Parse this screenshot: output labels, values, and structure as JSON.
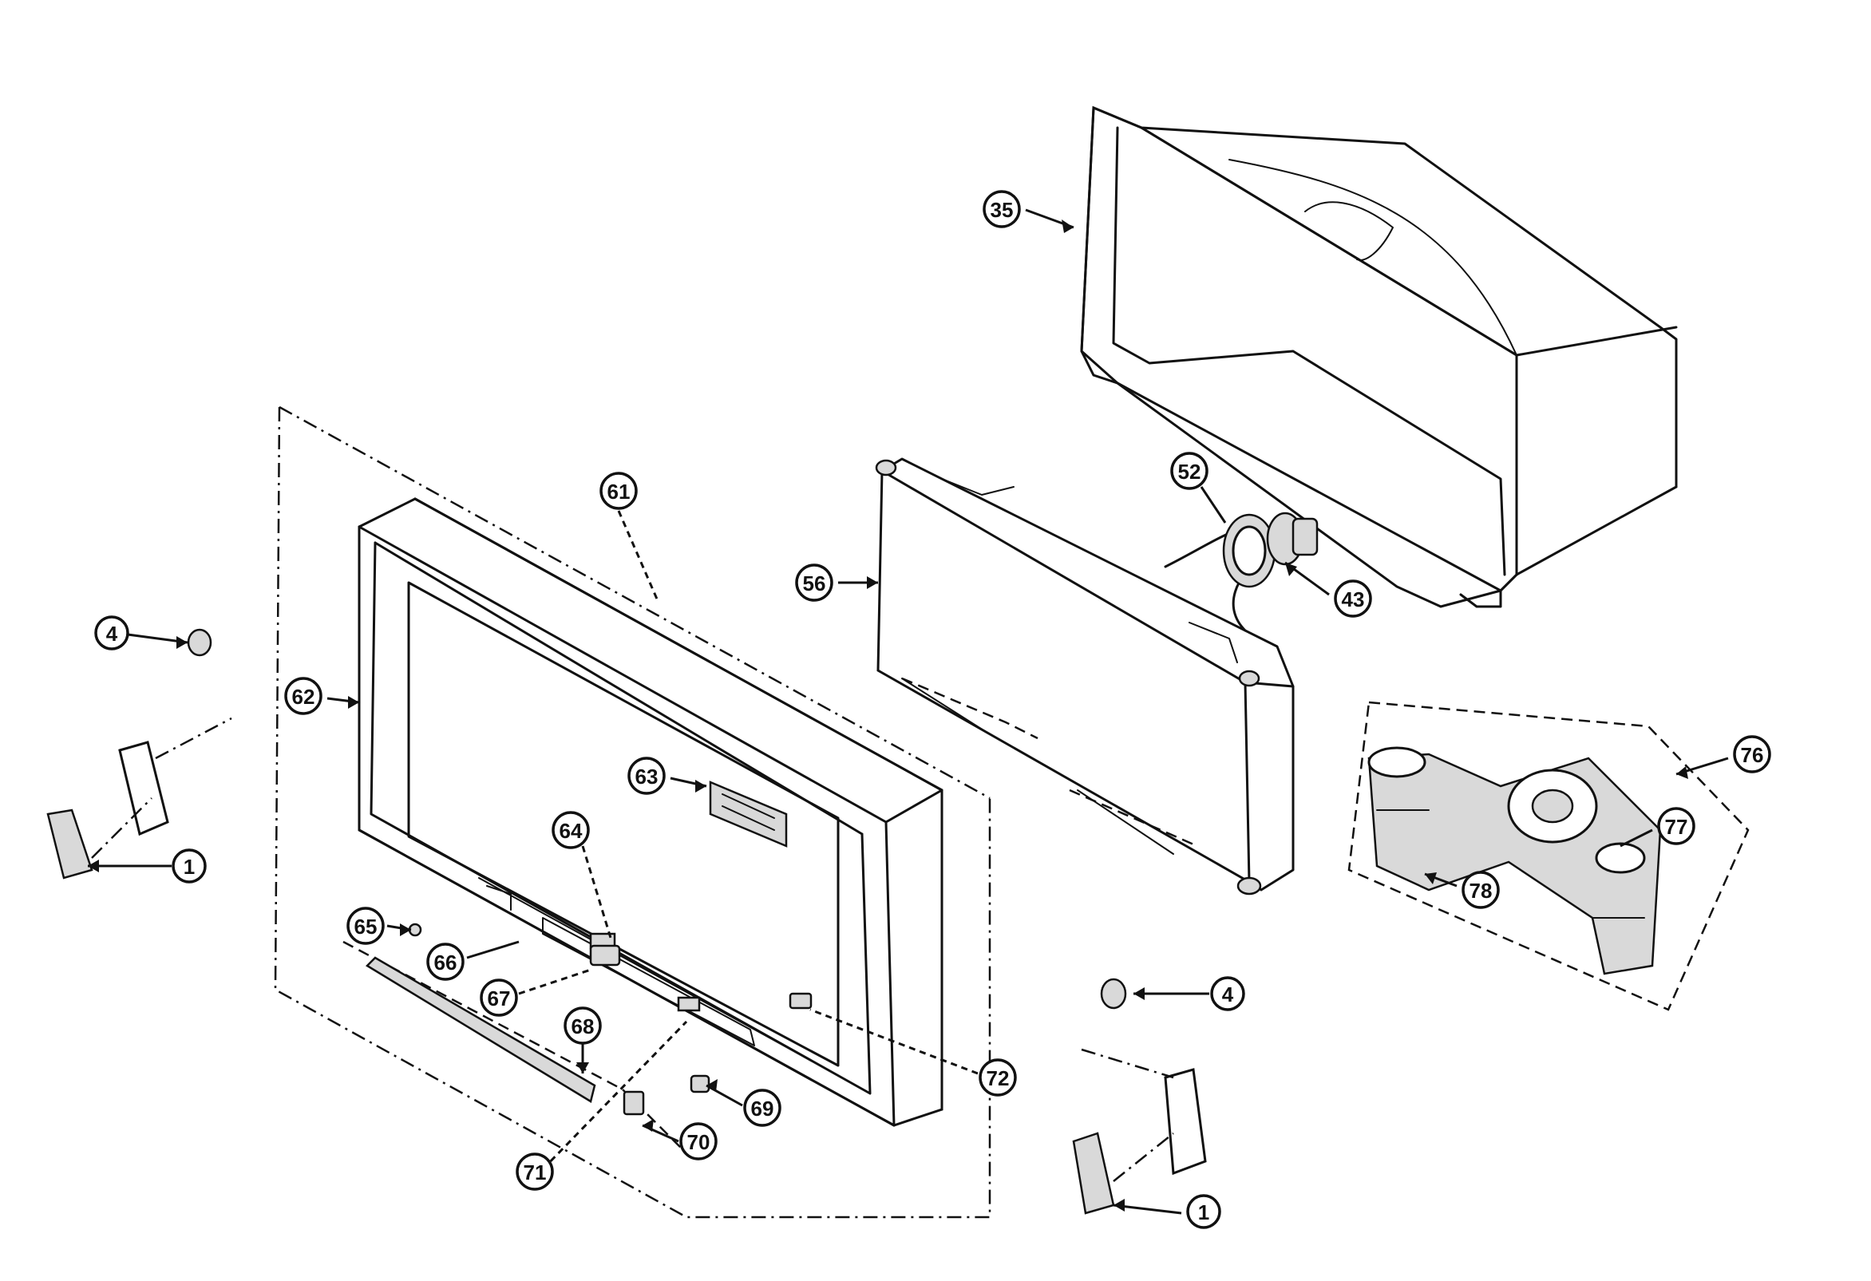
{
  "callouts": [
    {
      "key": "c35",
      "label": "35"
    },
    {
      "key": "c61",
      "label": "61"
    },
    {
      "key": "c52",
      "label": "52"
    },
    {
      "key": "c56",
      "label": "56"
    },
    {
      "key": "c43",
      "label": "43"
    },
    {
      "key": "c4a",
      "label": "4"
    },
    {
      "key": "c62",
      "label": "62"
    },
    {
      "key": "c76",
      "label": "76"
    },
    {
      "key": "c63",
      "label": "63"
    },
    {
      "key": "c77",
      "label": "77"
    },
    {
      "key": "c1a",
      "label": "1"
    },
    {
      "key": "c64",
      "label": "64"
    },
    {
      "key": "c78",
      "label": "78"
    },
    {
      "key": "c65",
      "label": "65"
    },
    {
      "key": "c66",
      "label": "66"
    },
    {
      "key": "c67",
      "label": "67"
    },
    {
      "key": "c4b",
      "label": "4"
    },
    {
      "key": "c68",
      "label": "68"
    },
    {
      "key": "c72",
      "label": "72"
    },
    {
      "key": "c69",
      "label": "69"
    },
    {
      "key": "c70",
      "label": "70"
    },
    {
      "key": "c71",
      "label": "71"
    },
    {
      "key": "c1b",
      "label": "1"
    }
  ]
}
